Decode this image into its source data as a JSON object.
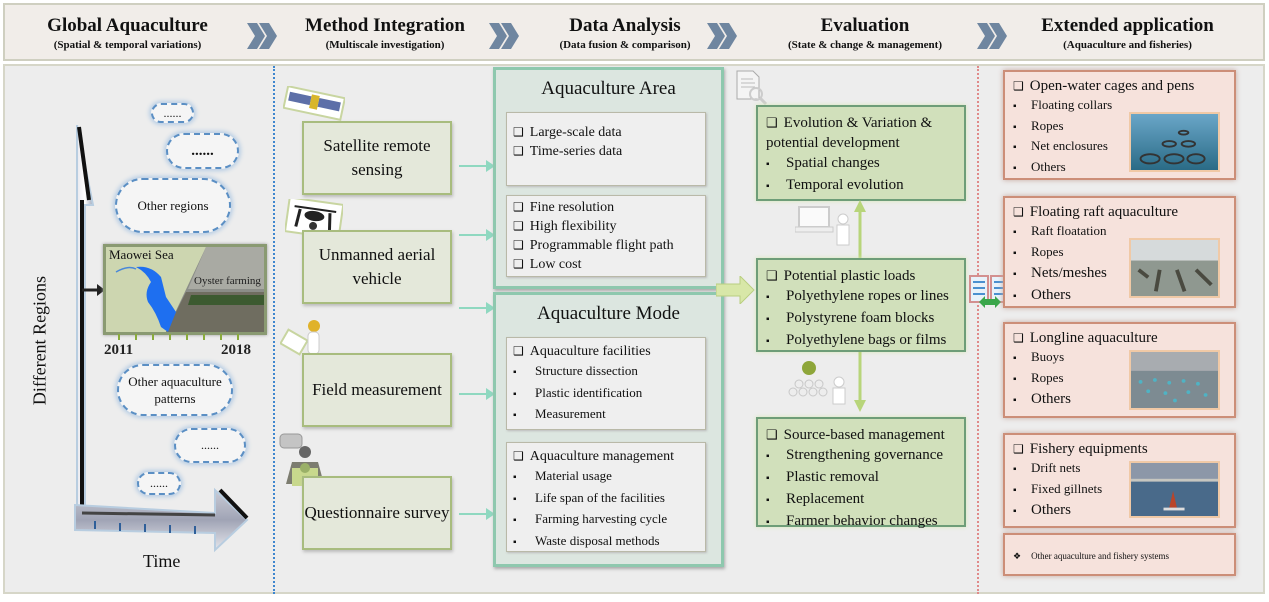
{
  "header": {
    "columns": [
      {
        "title": "Global Aquaculture",
        "subtitle": "(Spatial & temporal variations)"
      },
      {
        "title": "Method Integration",
        "subtitle": "(Multiscale investigation)"
      },
      {
        "title": "Data Analysis",
        "subtitle": "(Data fusion & comparison)"
      },
      {
        "title": "Evaluation",
        "subtitle": "(State & change & management)"
      },
      {
        "title": "Extended application",
        "subtitle": "(Aquaculture and fisheries)"
      }
    ],
    "colors": {
      "chevron": "#6f86a0",
      "background": "#f1ede9"
    }
  },
  "global_aquaculture": {
    "y_axis_label": "Different Regions",
    "x_axis_label": "Time",
    "year_start": "2011",
    "year_end": "2018",
    "map_label": "Maowei Sea",
    "photo_label": "Oyster farming",
    "clouds": [
      {
        "text": "......"
      },
      {
        "text": "......"
      },
      {
        "text": "Other regions"
      },
      {
        "text": "Other aquaculture patterns"
      },
      {
        "text": "......"
      },
      {
        "text": "......"
      }
    ]
  },
  "methods": [
    {
      "label": "Satellite remote sensing",
      "icon": "satellite-icon"
    },
    {
      "label": "Unmanned aerial vehicle",
      "icon": "drone-icon"
    },
    {
      "label": "Field measurement",
      "icon": "surveyor-icon"
    },
    {
      "label": "Questionnaire survey",
      "icon": "interview-icon"
    }
  ],
  "data_analysis": {
    "area": {
      "title": "Aquaculture Area",
      "satellite_items": [
        "Large-scale data",
        "Time-series data"
      ],
      "uav_items": [
        "Fine resolution",
        "High flexibility",
        "Programmable flight path",
        "Low cost"
      ]
    },
    "mode": {
      "title": "Aquaculture Mode",
      "facilities": {
        "heading": "Aquaculture facilities",
        "items": [
          "Structure dissection",
          "Plastic identification",
          "Measurement"
        ]
      },
      "management": {
        "heading": "Aquaculture management",
        "items": [
          "Material usage",
          "Life span of the facilities",
          "Farming harvesting cycle",
          "Waste disposal methods"
        ]
      }
    }
  },
  "evaluation": {
    "evolution": {
      "heading": "Evolution & Variation & potential development",
      "items": [
        "Spatial changes",
        "Temporal evolution"
      ]
    },
    "plastic": {
      "heading": "Potential plastic loads",
      "items": [
        "Polyethylene ropes or lines",
        "Polystyrene foam blocks",
        "Polyethylene bags or films"
      ]
    },
    "management": {
      "heading": "Source-based management",
      "items": [
        "Strengthening governance",
        "Plastic removal",
        "Replacement",
        "Farmer behavior changes"
      ]
    }
  },
  "extended": [
    {
      "heading": "Open-water cages and pens",
      "items": [
        "Floating collars",
        "Ropes",
        "Net enclosures",
        "Others"
      ],
      "photo": "cage-photo"
    },
    {
      "heading": "Floating raft aquaculture",
      "items": [
        "Raft floatation",
        "Ropes",
        "Nets/meshes",
        "Others"
      ],
      "photo": "raft-photo"
    },
    {
      "heading": "Longline aquaculture",
      "items": [
        "Buoys",
        "Ropes",
        "Others"
      ],
      "photo": "longline-photo"
    },
    {
      "heading": "Fishery equipments",
      "items": [
        "Drift nets",
        "Fixed gillnets",
        "Others"
      ],
      "photo": "fishery-photo"
    }
  ],
  "other_systems": "Other aquaculture and fishery systems"
}
